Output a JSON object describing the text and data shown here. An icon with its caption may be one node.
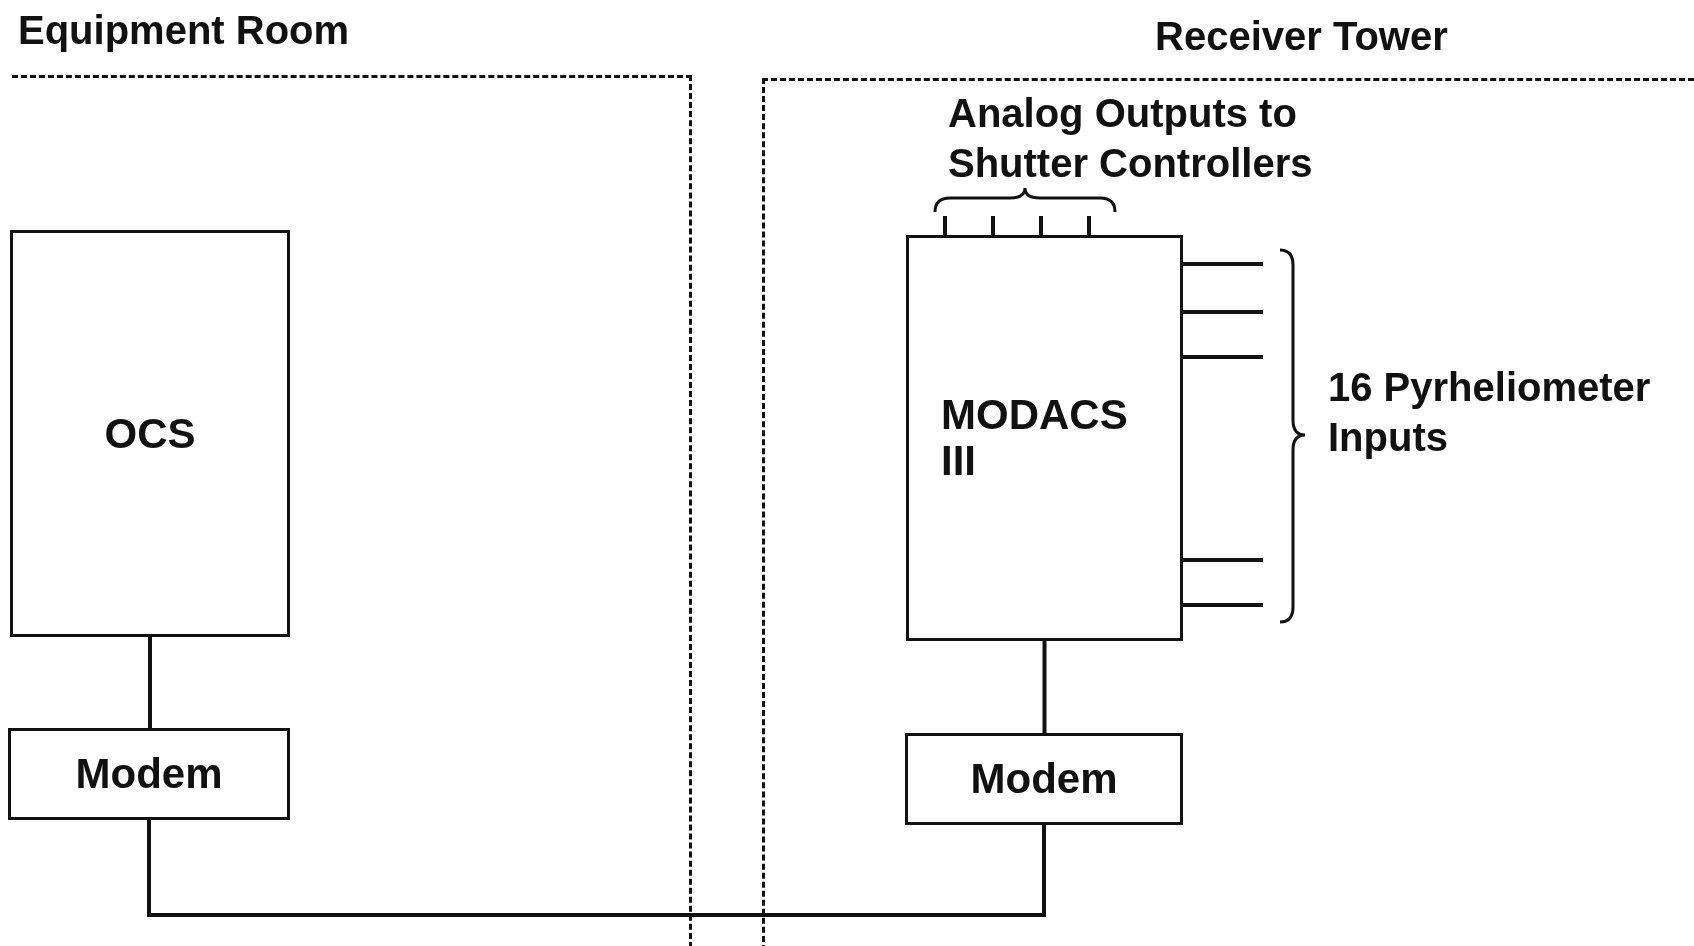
{
  "diagram": {
    "nodes": [
      {
        "text": [
          "Equipment Room"
        ]
      },
      {
        "text": [
          "OCS"
        ],
        "in": 0
      },
      {
        "text": [
          "Modem"
        ],
        "in": 0
      },
      {
        "text": [
          "Receiver Tower"
        ]
      },
      {
        "text": [
          "MODACS III"
        ],
        "in": 3
      },
      {
        "text": [
          "Modem"
        ],
        "in": 3
      }
    ],
    "edges": [
      {
        "from": 1,
        "to": 2,
        "arrow": "none"
      },
      {
        "from": 2,
        "to": 5,
        "arrow": "none"
      },
      {
        "from": 4,
        "to": 5,
        "arrow": "none"
      },
      {
        "from": 4,
        "to": null,
        "arrow": "none"
      },
      {
        "from": 4,
        "to": null,
        "arrow": "none"
      },
      {
        "from": 4,
        "to": null,
        "arrow": "none"
      },
      {
        "from": 4,
        "to": null,
        "arrow": "none"
      },
      {
        "from": null,
        "to": 4,
        "arrow": "none"
      },
      {
        "from": null,
        "to": 4,
        "arrow": "none"
      },
      {
        "from": null,
        "to": 4,
        "arrow": "none"
      },
      {
        "from": null,
        "to": 4,
        "arrow": "none"
      },
      {
        "from": null,
        "to": 4,
        "arrow": "none"
      }
    ],
    "labels": [
      "Analog Outputs to Shutter Controllers",
      "16 Pyrheliometer Inputs"
    ]
  }
}
